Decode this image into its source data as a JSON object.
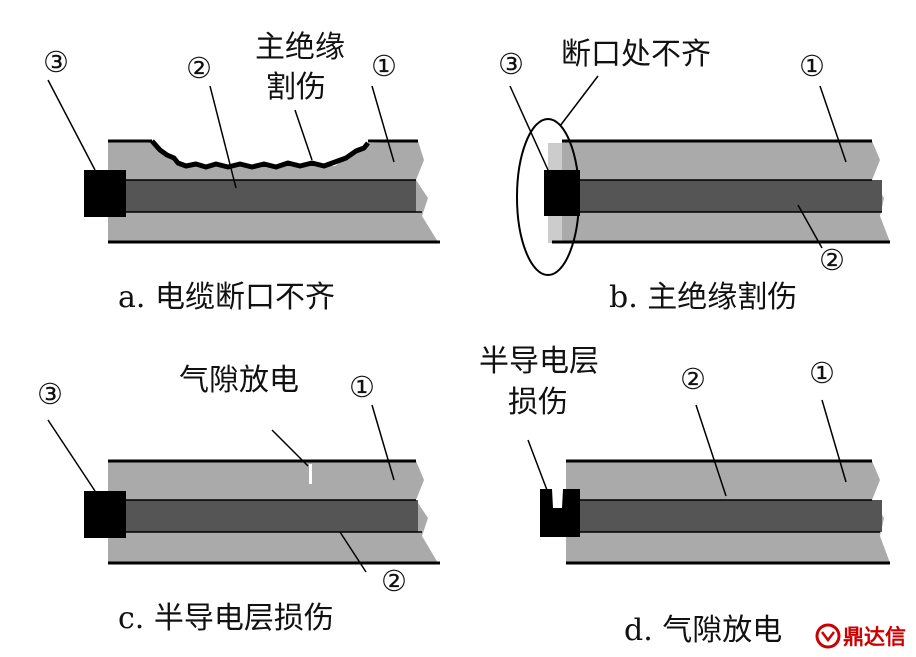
{
  "panel_a": {
    "caption": "a.  电缆断口不齐",
    "markers": [
      "③",
      "②",
      "①"
    ],
    "annotation_lines": [
      "主绝缘",
      "割伤"
    ]
  },
  "panel_b": {
    "caption": "b.  主绝缘割伤",
    "markers": [
      "③",
      "①",
      "②"
    ],
    "annotation": "断口处不齐"
  },
  "panel_c": {
    "caption": "c.  半导电层损伤",
    "markers": [
      "③",
      "①",
      "②"
    ],
    "annotation": "气隙放电"
  },
  "panel_d": {
    "caption": "d.  气隙放电",
    "markers": [
      "②",
      "①"
    ],
    "annotation_lines": [
      "半导电层",
      "损伤"
    ]
  },
  "watermark": {
    "text": "鼎达信",
    "color": "#cc0000"
  },
  "colors": {
    "insulation": "#aaaaaa",
    "conductor": "#555555",
    "terminal": "#000000",
    "outline": "#000000"
  }
}
